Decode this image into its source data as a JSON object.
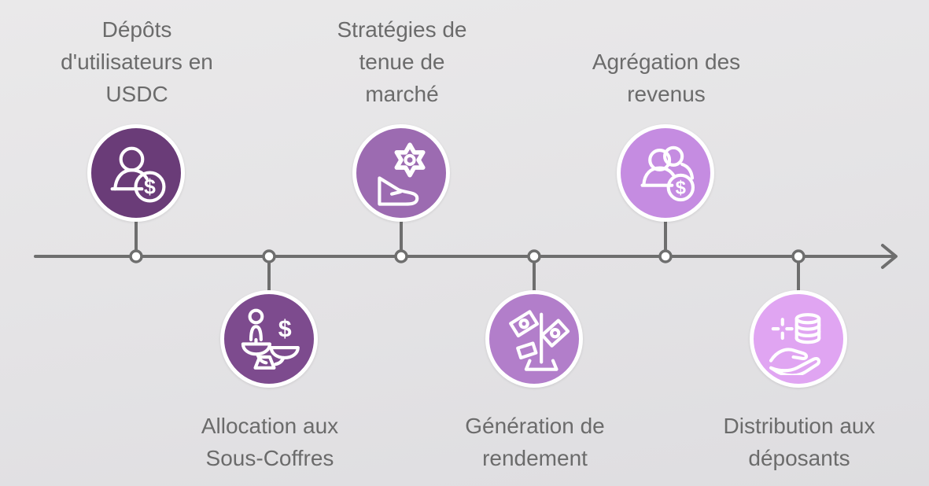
{
  "diagram": {
    "type": "horizontal-timeline-flow",
    "line_color": "#6e6e6e",
    "dot_fill": "#ffffff",
    "text_color": "#6b6b6b",
    "background_top": "#eae9ea",
    "background_bottom": "#dedde0",
    "circle_ring_color": "#ffffff",
    "arrow_direction": "right"
  },
  "steps": [
    {
      "label": "Dépôts\nd'utilisateurs en\nUSDC",
      "icon": "user-dollar-icon",
      "color": "#6a3c78",
      "position": "above"
    },
    {
      "label": "Allocation aux\nSous-Coffres",
      "icon": "balance-scale-icon",
      "color": "#7d4b8e",
      "position": "below"
    },
    {
      "label": "Stratégies de\ntenue de\nmarché",
      "icon": "gear-flag-icon",
      "color": "#9c6bb1",
      "position": "above"
    },
    {
      "label": "Génération de\nrendement",
      "icon": "money-tree-icon",
      "color": "#b27eca",
      "position": "below"
    },
    {
      "label": "Agrégation des\nrevenus",
      "icon": "users-dollar-icon",
      "color": "#c58ce1",
      "position": "above"
    },
    {
      "label": "Distribution aux\ndéposants",
      "icon": "hand-database-icon",
      "color": "#e0a5f2",
      "position": "below"
    }
  ]
}
